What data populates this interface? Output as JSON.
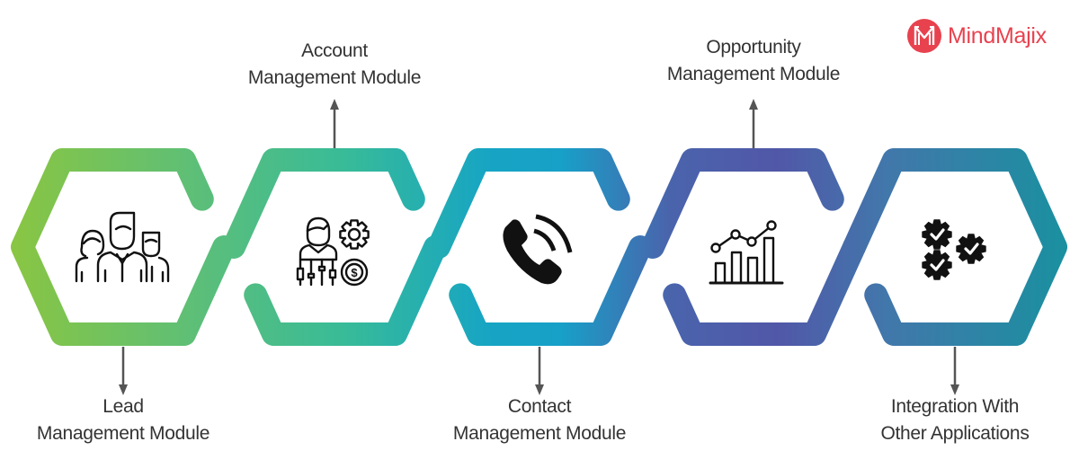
{
  "brand": {
    "name": "MindMajix",
    "color": "#e8424f",
    "icon": "mindmajix-m-logo-icon"
  },
  "diagram": {
    "title": "",
    "modules": [
      {
        "id": "lead",
        "line1": "Lead",
        "line2": "Management Module",
        "label_position": "bottom",
        "icon": "people-group-icon",
        "color_start": "#8cc63f",
        "color_end": "#5ebf7a"
      },
      {
        "id": "account",
        "line1": "Account",
        "line2": "Management Module",
        "label_position": "top",
        "icon": "manager-gear-dollar-icon",
        "color_start": "#44bd8f",
        "color_end": "#36bb9a"
      },
      {
        "id": "contact",
        "line1": "Contact",
        "line2": "Management Module",
        "label_position": "bottom",
        "icon": "phone-call-icon",
        "color_start": "#22a8b8",
        "color_end": "#16a0c6"
      },
      {
        "id": "opportunity",
        "line1": "Opportunity",
        "line2": "Management Module",
        "label_position": "top",
        "icon": "growth-chart-icon",
        "color_start": "#3f74b4",
        "color_end": "#5157a8"
      },
      {
        "id": "integration",
        "line1": "Integration With",
        "line2": "Other Applications",
        "label_position": "bottom",
        "icon": "gears-check-icon",
        "color_start": "#3f6fa8",
        "color_end": "#17909e"
      }
    ],
    "arrow_color": "#555555",
    "label_color": "#333333"
  }
}
